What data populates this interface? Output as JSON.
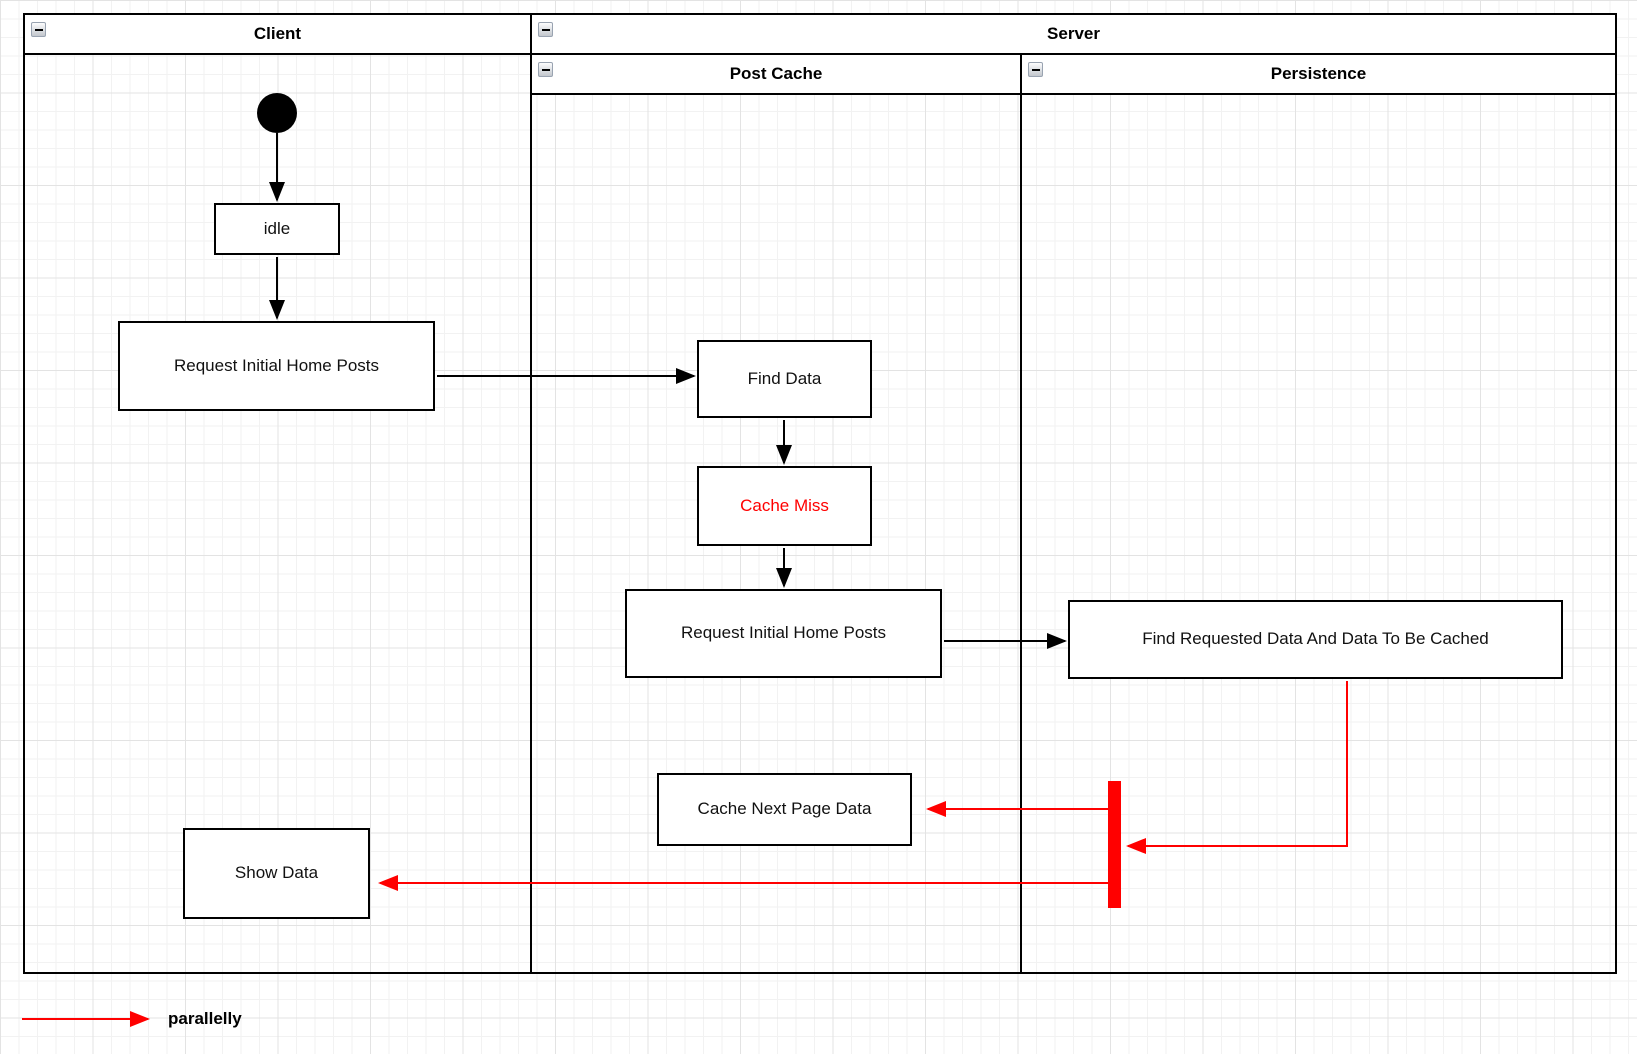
{
  "diagram": {
    "lanes": {
      "client": {
        "title": "Client"
      },
      "server": {
        "title": "Server"
      },
      "post_cache": {
        "title": "Post Cache"
      },
      "persistence": {
        "title": "Persistence"
      }
    },
    "nodes": {
      "idle": {
        "label": "idle"
      },
      "request_initial_home_posts_client": {
        "label": "Request Initial Home Posts"
      },
      "find_data": {
        "label": "Find Data"
      },
      "cache_miss": {
        "label": "Cache Miss"
      },
      "request_initial_home_posts_cache": {
        "label": "Request Initial Home Posts"
      },
      "find_requested_data": {
        "label": "Find Requested Data And Data To Be Cached"
      },
      "cache_next_page_data": {
        "label": "Cache Next Page Data"
      },
      "show_data": {
        "label": "Show Data"
      }
    },
    "legend": {
      "label": "parallelly"
    },
    "icons": {
      "collapse": "minus-square",
      "start": "filled-circle",
      "parallel_bar": "red-fork-bar"
    }
  },
  "theme": {
    "edge-black": "#000000",
    "edge-red": "#ff0000",
    "node-border": "#000000",
    "node-bg": "#ffffff",
    "cache-miss-text": "#ff0000",
    "grid-minor": "#f2f2f2",
    "grid-major": "#e3e3e3",
    "collapse-border": "#99a3b1"
  }
}
